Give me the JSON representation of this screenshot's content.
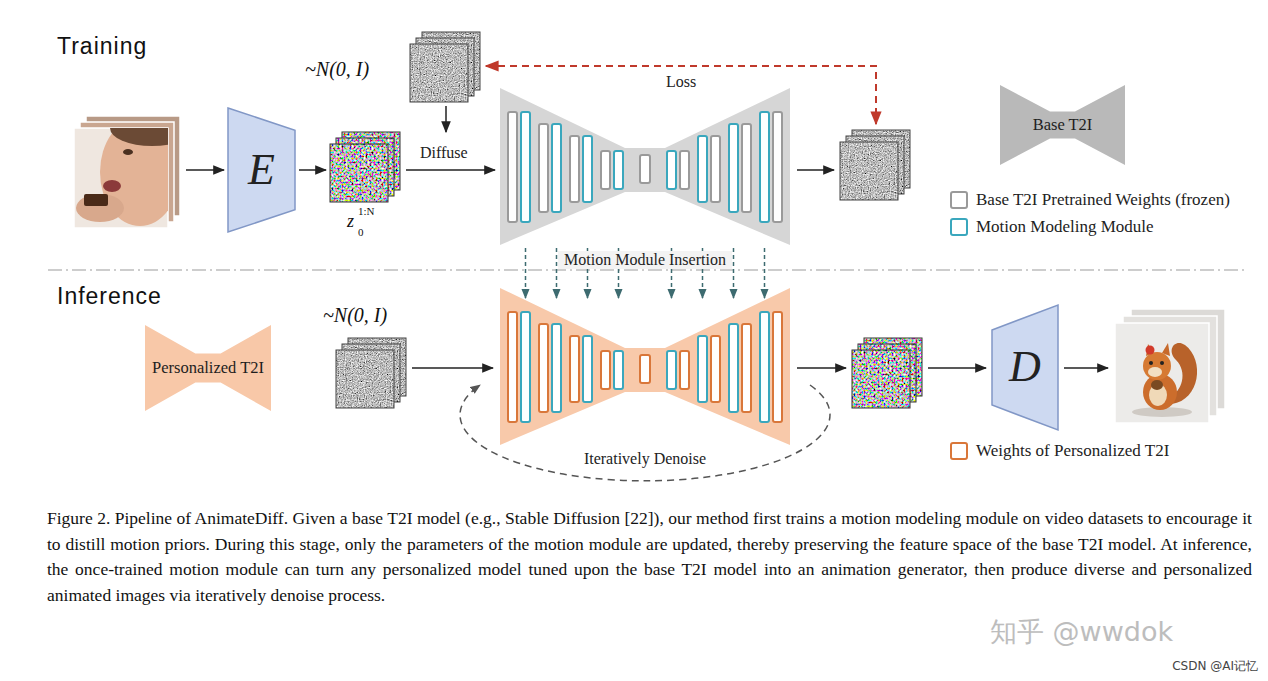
{
  "diagram": {
    "caption": "Figure 2. Pipeline of AnimateDiff. Given a base T2I model (e.g., Stable Diffusion [22]), our method first trains a motion modeling module on video datasets to encourage it to distill motion priors. During this stage, only the parameters of the motion module are updated, thereby preserving the feature space of the base T2I model. At inference, the once-trained motion module can turn any personalized model tuned upon the base T2I model into an animation generator, then produce diverse and personalized animated images via iteratively denoise process.",
    "nodes": [
      {
        "text": [
          "E"
        ]
      },
      {
        "text": [
          "Base T2I"
        ]
      },
      {
        "text": [
          "Personalized T2I"
        ]
      },
      {
        "text": [
          "D"
        ]
      }
    ],
    "labels": [
      "Training",
      "~N(0, I)",
      "Diffuse",
      "z",
      "0",
      "1:N",
      "Loss",
      "Motion Module Insertion",
      "Inference",
      "~N(0, I)",
      "Iteratively Denoise",
      "知乎 @wwdok",
      "CSDN @AI记忆"
    ],
    "legend": [
      {
        "text": "Base T2I Pretrained Weights (frozen)",
        "color": "#9a9a9a"
      },
      {
        "text": "Motion Modeling Module",
        "color": "#3aa7bd"
      },
      {
        "text": "Weights of Personalized T2I",
        "color": "#d9773a"
      }
    ]
  }
}
